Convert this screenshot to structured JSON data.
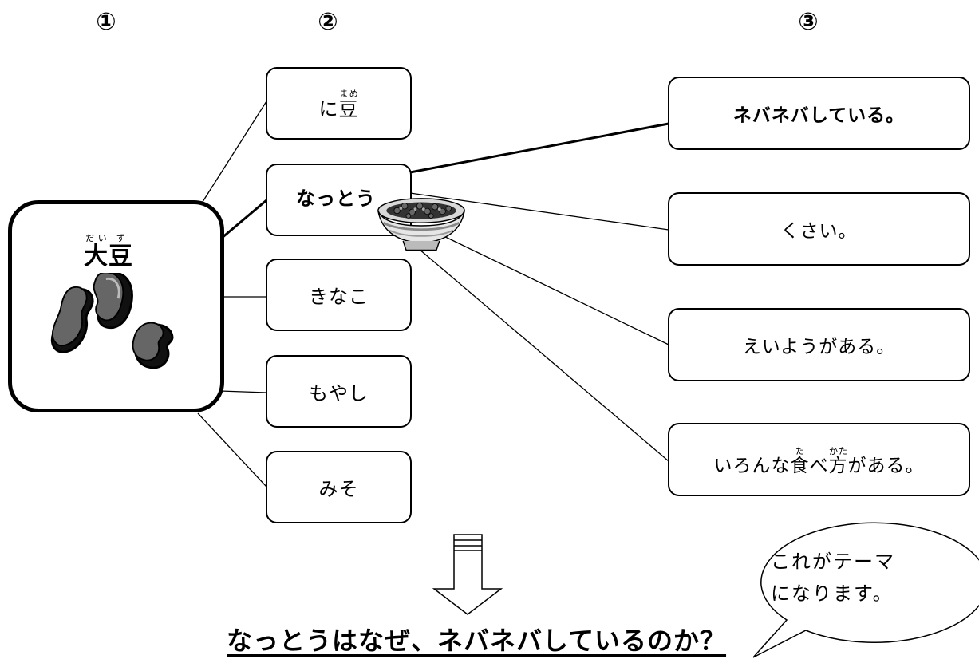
{
  "columns": [
    "①",
    "②",
    "③"
  ],
  "source": {
    "kanji": "大豆",
    "kanji_parts": [
      "大",
      "豆"
    ],
    "ruby": [
      "だい",
      "ず"
    ]
  },
  "foods": [
    {
      "pre": "に",
      "kanji": "豆",
      "ruby": "まめ"
    },
    {
      "label": "なっとう"
    },
    {
      "label": "きなこ"
    },
    {
      "label": "もやし"
    },
    {
      "label": "みそ"
    }
  ],
  "facts": [
    {
      "label": "ネバネバしている。"
    },
    {
      "label": "くさい。"
    },
    {
      "label": "えいようがある。"
    },
    {
      "pre": "いろんな",
      "k1": "食",
      "r1": "た",
      "mid": "べ",
      "k2": "方",
      "r2": "かた",
      "post": "がある。"
    }
  ],
  "bubble": {
    "line1": "これがテーマ",
    "line2": "になります。"
  },
  "theme": "なっとうはなぜ、ネバネバしているのか？",
  "icons": [
    "soybean-icon",
    "natto-bowl-icon",
    "down-arrow-icon",
    "speech-bubble-icon"
  ]
}
